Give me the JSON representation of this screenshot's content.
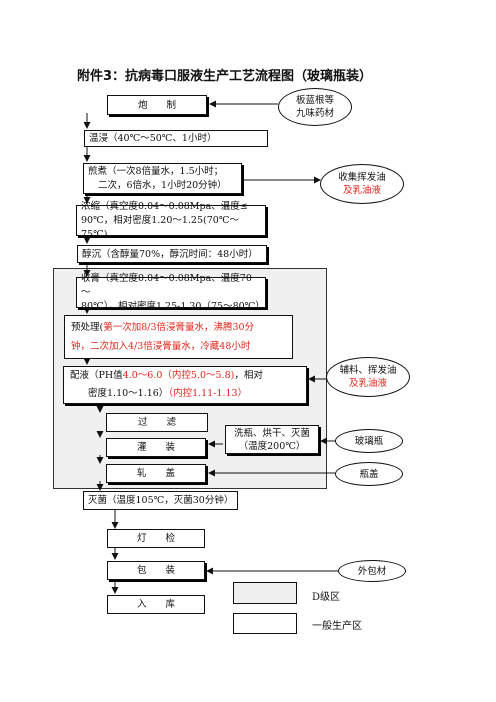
{
  "title": "附件3：抗病毒口服液生产工艺流程图（玻璃瓶装）",
  "steps": {
    "paozhi": "炮　　制",
    "wenjin": "温浸（40℃～50℃、1小时）",
    "jianzhu_1": "煎煮（一次8倍量水，1.5小时；",
    "jianzhu_2": "二次，6倍水，1小时20分钟）",
    "nongsuo_1": "浓缩（真空度0.04～0.08Mpa、温度≤",
    "nongsuo_2": "90℃，相对密度1.20～1.25(70℃～75℃)",
    "chunchen": "醇沉（含醇量70%，醇沉时间：48小时）",
    "shougao_1": "收膏（真空度0.04～0.08Mpa、温度70～",
    "shougao_2": "80℃），相对密度1.25-1.30（75～80℃）",
    "yuchuli_prefix": "预处理(",
    "yuchuli_red_1": "第一次加8/3倍浸膏量水，沸腾30分",
    "yuchuli_red_2": "钟，二次加入4/3倍浸膏量水，冷藏48小时",
    "peiye_1a": "配液（PH值",
    "peiye_1b": "4.0～6.0（内控5.0～5.8)",
    "peiye_1c": "，相对",
    "peiye_2a": "密度1.10～1.16）",
    "peiye_2b": "（内控1.11-1.13）",
    "guolv": "过　　滤",
    "guanzhuang": "灌　　装",
    "xiping_1": "洗瓶、烘干、灭菌",
    "xiping_2": "（温度200℃）",
    "zhagai": "轧　　盖",
    "miejun": "灭菌（温度105℃，灭菌30分钟）",
    "dengjian": "灯　　检",
    "baozhuang": "包　　装",
    "ruku": "入　　库"
  },
  "inputs": {
    "yaocai_1": "板蓝根等",
    "yaocai_2": "九味药材",
    "huifayou_1": "收集挥发油",
    "huifayou_2": "及乳油液",
    "fuliao_1": "辅料、挥发油",
    "fuliao_2": "及乳油液",
    "bolipin": "玻璃瓶",
    "pinggai": "瓶盖",
    "waibaocai": "外包材"
  },
  "legend": {
    "d_zone": "D级区",
    "general_zone": "一般生产区"
  },
  "colors": {
    "highlight_red": "#e1251b",
    "d_zone_fill": "#f0f0f0"
  }
}
